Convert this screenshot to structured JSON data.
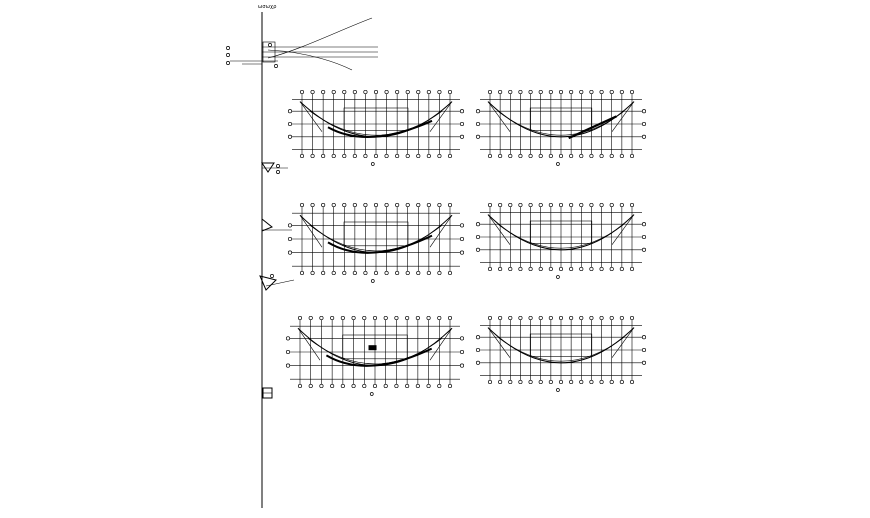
{
  "drawing": {
    "top_label": "ωσωχρ",
    "background": "#ffffff",
    "line_color": "#000000"
  },
  "sheets": [
    {
      "name": "plan-row1-left"
    },
    {
      "name": "plan-row1-right"
    },
    {
      "name": "plan-row2-left"
    },
    {
      "name": "plan-row2-right"
    },
    {
      "name": "plan-row3-left"
    },
    {
      "name": "plan-row3-right"
    }
  ]
}
